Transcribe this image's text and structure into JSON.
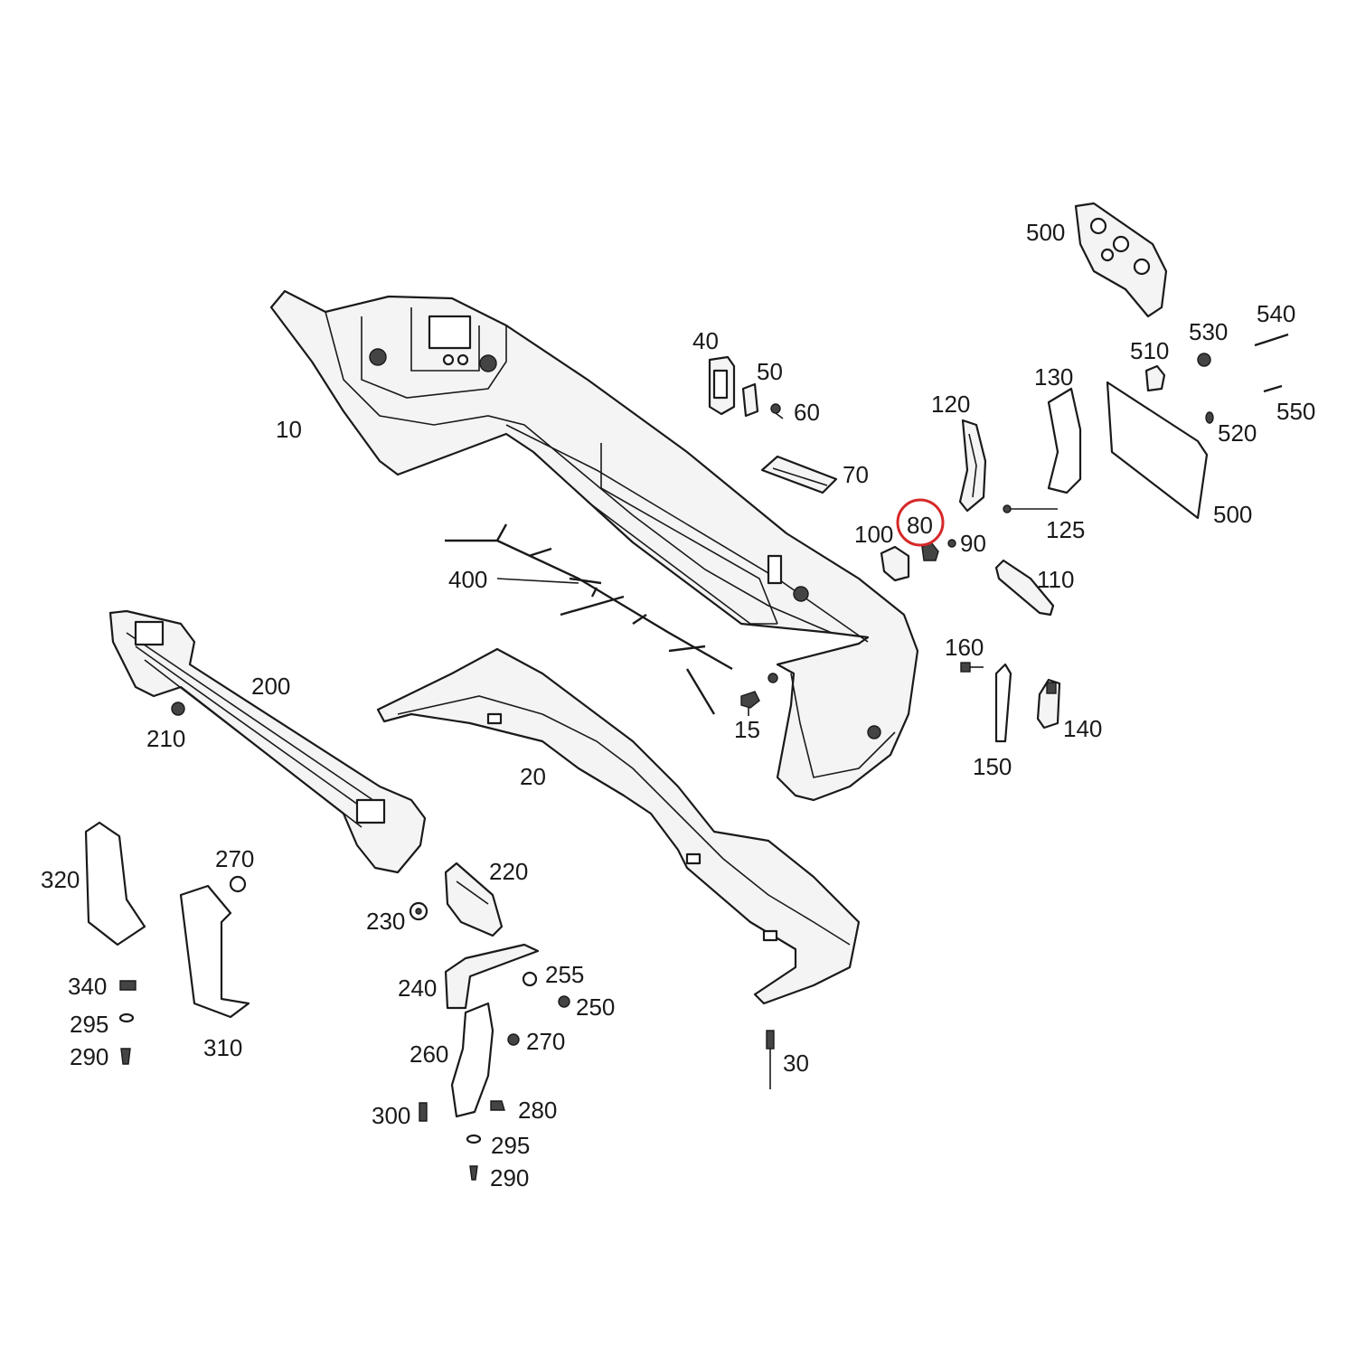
{
  "diagram": {
    "highlight_color": "#d62828",
    "highlighted_part": "80",
    "labels": {
      "p10": "10",
      "p15": "15",
      "p20": "20",
      "p30": "30",
      "p40": "40",
      "p50": "50",
      "p60": "60",
      "p70": "70",
      "p80": "80",
      "p90": "90",
      "p100": "100",
      "p110": "110",
      "p120": "120",
      "p125": "125",
      "p130": "130",
      "p140": "140",
      "p150": "150",
      "p160": "160",
      "p200": "200",
      "p210": "210",
      "p220": "220",
      "p230": "230",
      "p240": "240",
      "p250": "250",
      "p255": "255",
      "p260": "260",
      "p270a": "270",
      "p270b": "270",
      "p280": "280",
      "p290a": "290",
      "p290b": "290",
      "p295a": "295",
      "p295b": "295",
      "p300": "300",
      "p310": "310",
      "p320": "320",
      "p340": "340",
      "p400": "400",
      "p500a": "500",
      "p500b": "500",
      "p510": "510",
      "p520": "520",
      "p530": "530",
      "p540": "540",
      "p550": "550"
    }
  }
}
